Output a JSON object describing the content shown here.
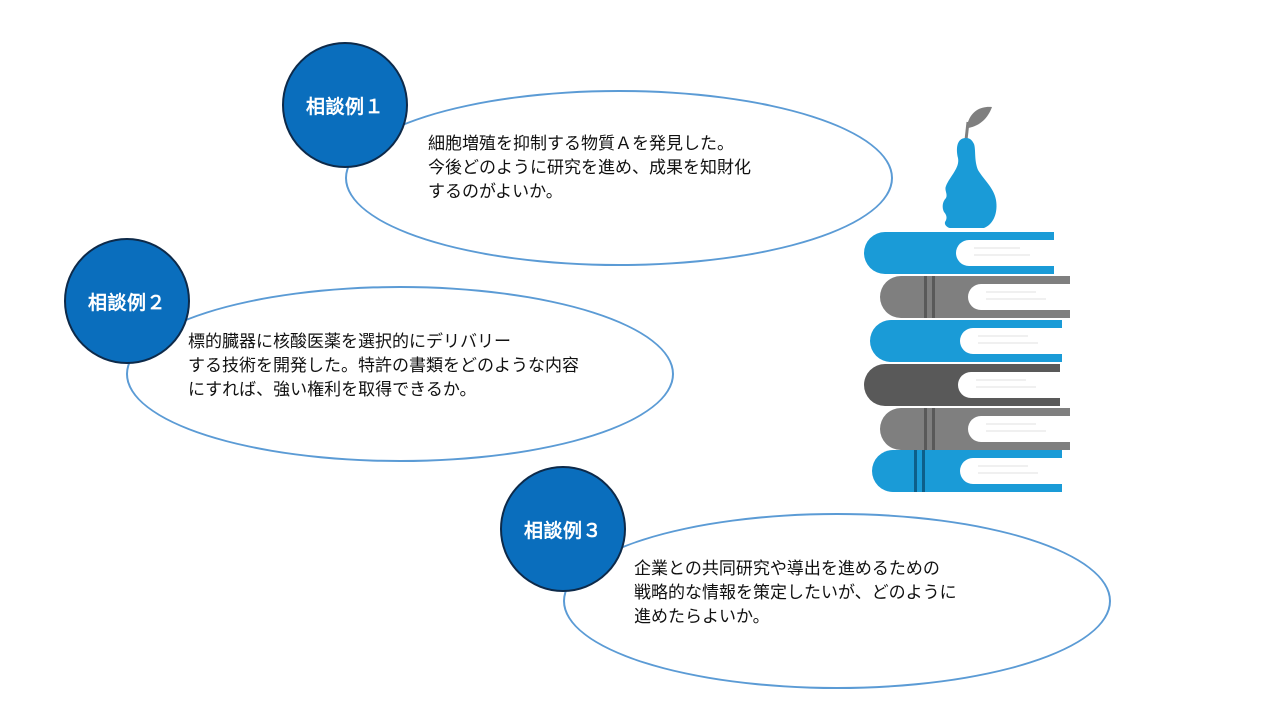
{
  "colors": {
    "badge_fill": "#0a6ebd",
    "badge_border": "#0d2a4a",
    "ellipse_border": "#5b9bd5",
    "book_blue": "#1a9bd7",
    "book_gray": "#7f7f7f",
    "book_dark": "#595959",
    "pear": "#1a9bd7",
    "stem": "#7f7f7f"
  },
  "cases": [
    {
      "badge": "相談例１",
      "lines": [
        "細胞増殖を抑制する物質Ａを発見した。",
        "今後どのように研究を進め、成果を知財化",
        "するのがよいか。"
      ]
    },
    {
      "badge": "相談例２",
      "lines": [
        "標的臓器に核酸医薬を選択的にデリバリー",
        "する技術を開発した。特許の書類をどのような内容",
        "にすれば、強い権利を取得できるか。"
      ]
    },
    {
      "badge": "相談例３",
      "lines": [
        "企業との共同研究や導出を進めるための",
        "戦略的な情報を策定したいが、どのように",
        "進めたらよいか。"
      ]
    }
  ],
  "illustration": {
    "icon": "book-stack-with-pear-icon"
  }
}
